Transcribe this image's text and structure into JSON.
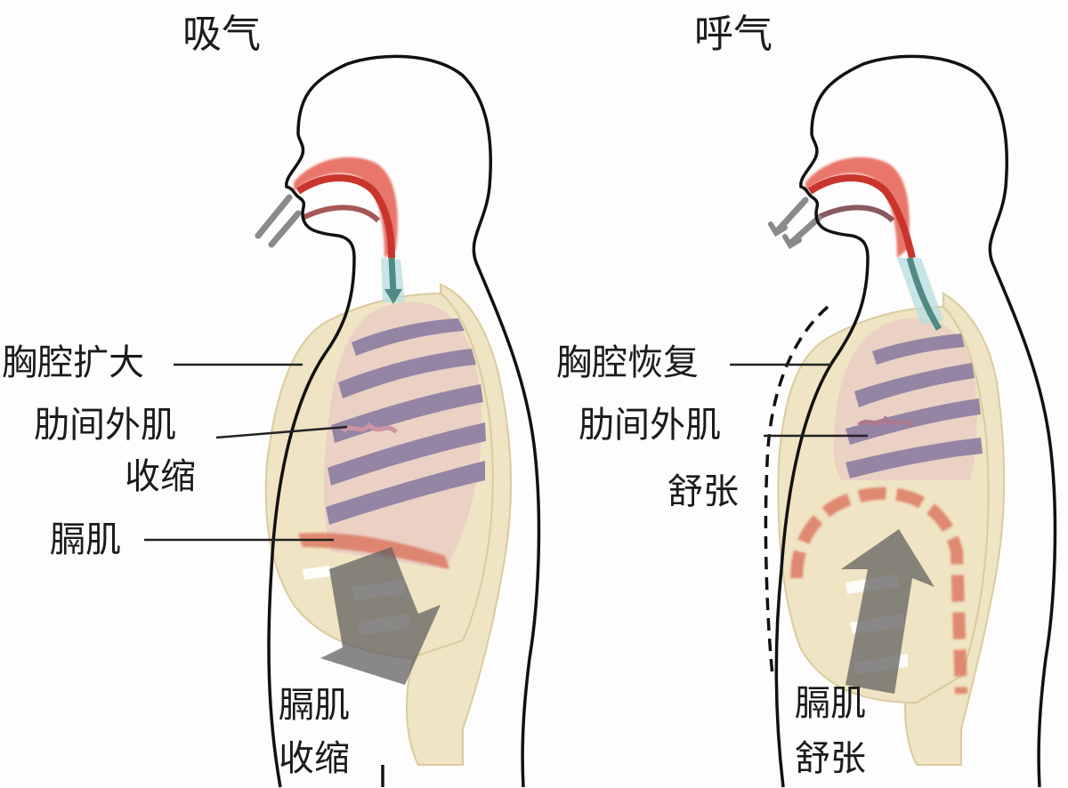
{
  "panels": [
    {
      "id": "inhale",
      "title": "吸气",
      "labels": {
        "chest": "胸腔扩大",
        "intercostal_line1": "肋间外肌",
        "intercostal_line2": "收缩",
        "diaphragm": "膈肌",
        "diaphragm_state_line1": "膈肌",
        "diaphragm_state_line2": "收缩"
      },
      "airflow": "in",
      "diaphragm_arrow": "down"
    },
    {
      "id": "exhale",
      "title": "呼气",
      "labels": {
        "chest": "胸腔恢复",
        "intercostal_line1": "肋间外肌",
        "intercostal_line2": "舒张",
        "diaphragm_state_line1": "膈肌",
        "diaphragm_state_line2": "舒张"
      },
      "airflow": "out",
      "diaphragm_arrow": "up"
    }
  ],
  "colors": {
    "outline": "#111111",
    "airway_red": "#d9473c",
    "airway_light_red": "#e8766a",
    "trachea_teal": "#4f8a84",
    "trachea_halo": "#b9dfe0",
    "bone": "#efe3c0",
    "bone_edge": "#d9c99a",
    "lung_purple": "#8f7fa0",
    "lung_pink": "#e9cfc2",
    "diaphragm_red": "#d9654d",
    "arrow_gray": "#5a5a5a",
    "air_arrow_gray": "#8a8a8a"
  }
}
